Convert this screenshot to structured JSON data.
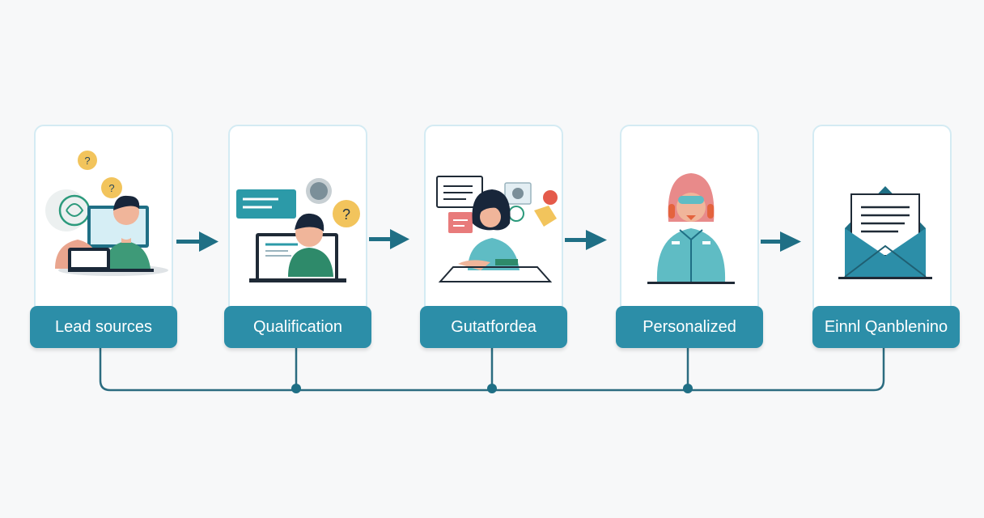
{
  "colors": {
    "teal": "#2c8ea8",
    "dark_teal": "#1f6f85",
    "card_border": "#d4ebf3",
    "connector": "#2b6c80",
    "background": "#f7f8f9"
  },
  "steps": [
    {
      "label": "Lead sources"
    },
    {
      "label": "Qualification"
    },
    {
      "label": "Gutatfordea"
    },
    {
      "label": "Personalized"
    },
    {
      "label": "Einnl Qanblenino"
    }
  ]
}
